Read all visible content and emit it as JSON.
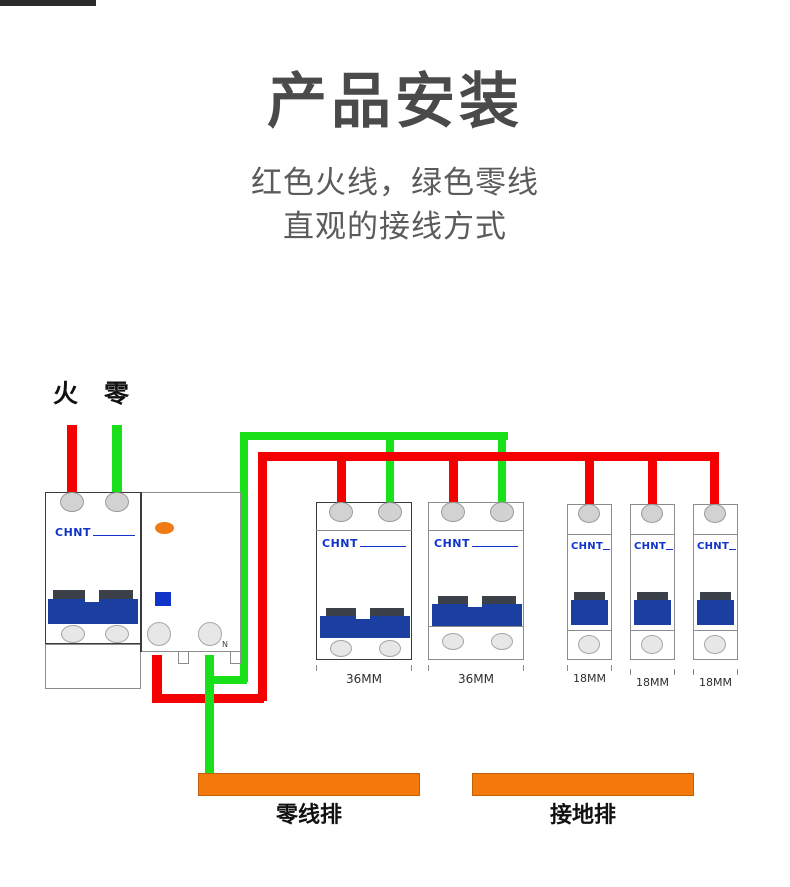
{
  "header": {
    "title": "产品安装",
    "subtitle_line1": "红色火线，绿色零线",
    "subtitle_line2": "直观的接线方式"
  },
  "supply": {
    "live_label": "火",
    "neutral_label": "零"
  },
  "brand": {
    "logo_text": "CHNT"
  },
  "devices": [
    {
      "id": "rcbo-main",
      "name": "main-rcbo",
      "type": "rcbo",
      "poles": 2,
      "logo_text": "CHNT",
      "neutral_terminal_label": "N",
      "width_label": ""
    },
    {
      "id": "mcb-2p-1",
      "name": "mcb-2pole-1",
      "type": "mcb",
      "poles": 2,
      "logo_text": "CHNT",
      "width_label": "36MM"
    },
    {
      "id": "mcb-2p-2",
      "name": "mcb-2pole-2",
      "type": "mcb",
      "poles": 2,
      "logo_text": "CHNT",
      "width_label": "36MM"
    },
    {
      "id": "mcb-1p-1",
      "name": "mcb-1pole-1",
      "type": "mcb",
      "poles": 1,
      "logo_text": "CHNT",
      "width_label": "18MM"
    },
    {
      "id": "mcb-1p-2",
      "name": "mcb-1pole-2",
      "type": "mcb",
      "poles": 1,
      "logo_text": "CHNT",
      "width_label": "18MM"
    },
    {
      "id": "mcb-1p-3",
      "name": "mcb-1pole-3",
      "type": "mcb",
      "poles": 1,
      "logo_text": "CHNT",
      "width_label": "18MM"
    }
  ],
  "busbars": [
    {
      "id": "neutral-bar",
      "label": "零线排"
    },
    {
      "id": "ground-bar",
      "label": "接地排"
    }
  ],
  "colors": {
    "live_wire": "#f40000",
    "neutral_wire": "#19e019",
    "busbar": "#f4790d",
    "brand_blue": "#1034c8",
    "toggle_blue": "#1b3fa0",
    "test_button": "#f07a13",
    "title_gray": "#4a4a4a"
  },
  "legend": {
    "live_meaning": "红色火线",
    "neutral_meaning": "绿色零线"
  }
}
